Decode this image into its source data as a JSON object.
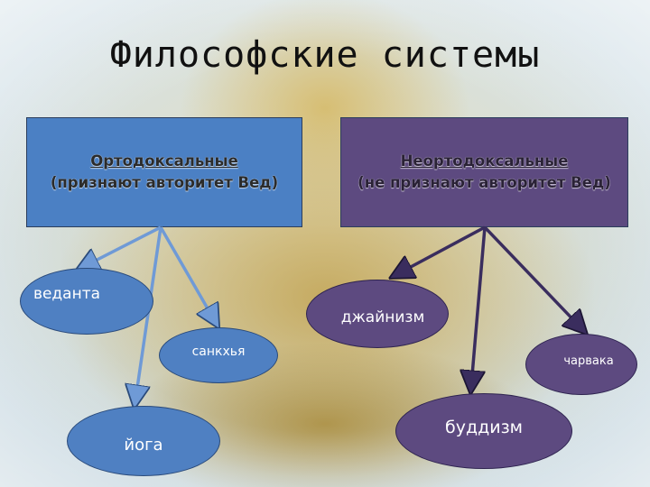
{
  "title": "Философские системы",
  "boxes": {
    "orthodox": {
      "head": "Ортодоксальные",
      "sub": "(признают авторитет Вед)"
    },
    "heterodox": {
      "head": "Неортодоксальные",
      "sub": "(не признают авторитет Вед)"
    }
  },
  "nodes": {
    "vedanta": "веданта",
    "sankhya": "санкхья",
    "yoga": "йога",
    "jainism": "джайнизм",
    "buddhism": "буддизм",
    "charvaka": "чарвака"
  },
  "colors": {
    "orthodox": "#4b80c4",
    "heterodox": "#5d4a80",
    "arrow_blue": "#6f9ad6",
    "arrow_purple": "#3a2d5e"
  }
}
